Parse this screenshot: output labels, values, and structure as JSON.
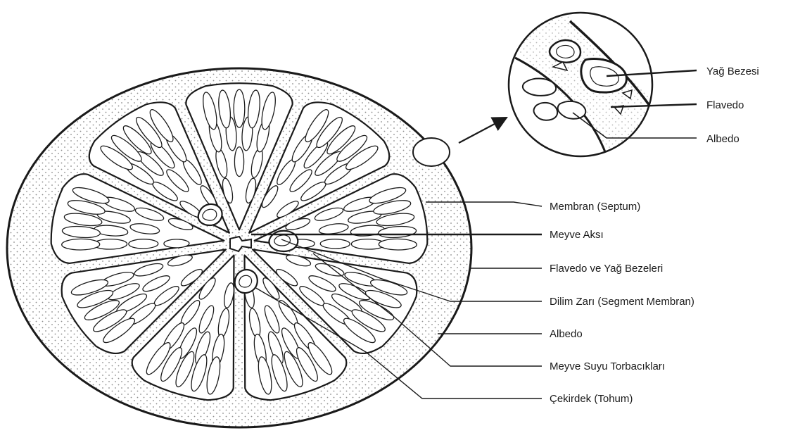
{
  "diagram": {
    "subject": "citrus fruit cross-section",
    "colors": {
      "ink": "#1a1a1a",
      "paper": "#ffffff",
      "peel_dots": "#8a8a8a"
    },
    "segment_count": 9,
    "inset_labels": [
      {
        "id": "yag-bezesi",
        "text": "Yağ Bezesi"
      },
      {
        "id": "flavedo",
        "text": "Flavedo"
      },
      {
        "id": "albedo",
        "text": "Albedo"
      }
    ],
    "labels": [
      {
        "id": "membran-septum",
        "text": "Membran (Septum)"
      },
      {
        "id": "meyve-aksi",
        "text": "Meyve Aksı"
      },
      {
        "id": "flavedo-yag-bezeleri",
        "text": "Flavedo ve Yağ Bezeleri"
      },
      {
        "id": "dilim-zari",
        "text": "Dilim Zarı (Segment Membran)"
      },
      {
        "id": "albedo",
        "text": "Albedo"
      },
      {
        "id": "meyve-suyu-torbaciklari",
        "text": "Meyve Suyu Torbacıkları"
      },
      {
        "id": "cekirdek-tohum",
        "text": "Çekirdek (Tohum)"
      }
    ]
  }
}
